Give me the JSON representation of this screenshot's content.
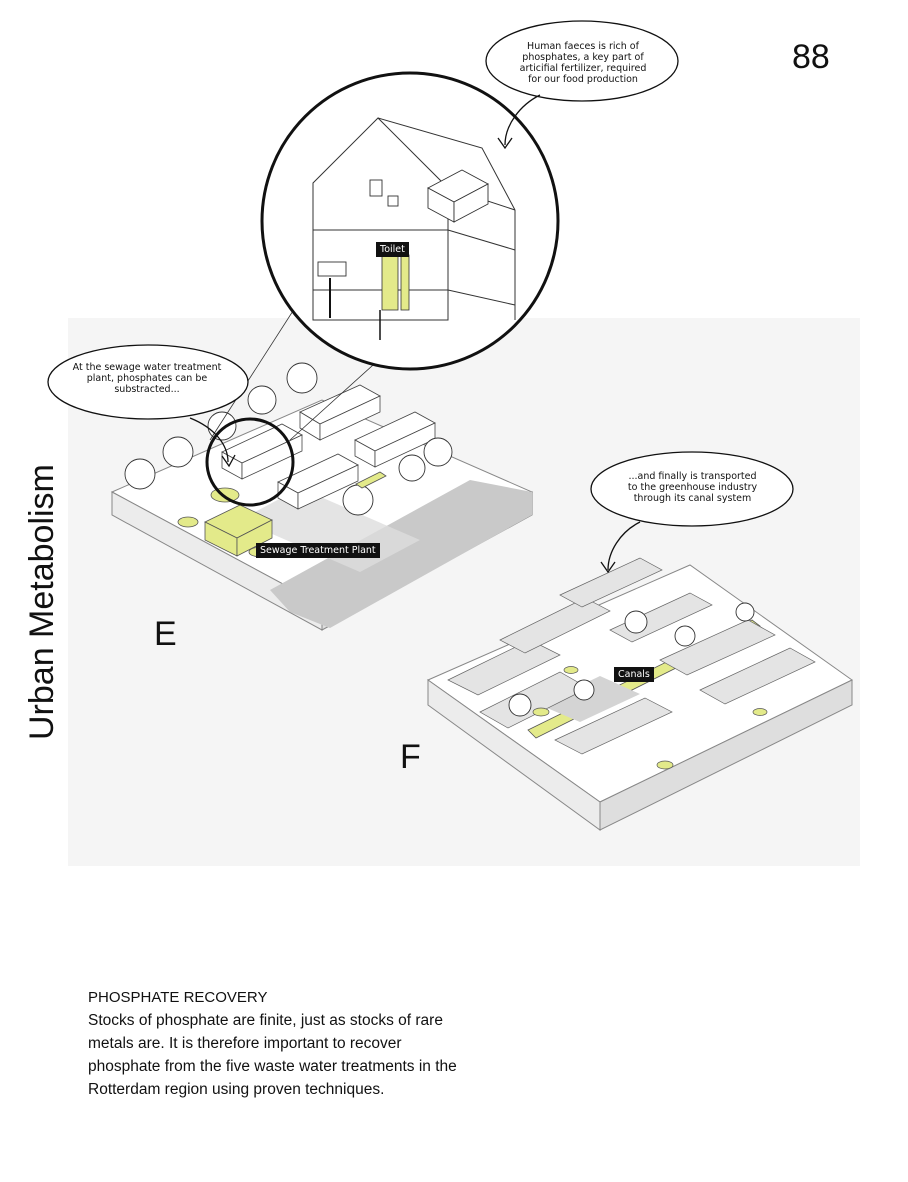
{
  "page_number": "88",
  "side_title": "Urban Metabolism",
  "callouts": {
    "faeces": [
      "Human faeces is rich of",
      "phosphates, a key part of",
      "articifial fertilizer, required",
      "for our food production"
    ],
    "sewage": [
      "At the sewage water treatment",
      "plant, phosphates can be",
      "substracted..."
    ],
    "greenhouse": [
      "...and finally is transported",
      "to the greenhouse industry",
      "through its canal system"
    ]
  },
  "labels": {
    "toilet": "Toilet",
    "sewage_plant": "Sewage Treatment Plant",
    "canals": "Canals"
  },
  "panel_letters": {
    "e": "E",
    "f": "F"
  },
  "text": {
    "heading": "PHOSPHATE RECOVERY",
    "body": "Stocks of phosphate are finite, just as stocks of rare metals are. It is therefore important to recover phosphate from the five waste water treatments in the Rotterdam region using proven techniques."
  },
  "colors": {
    "accent_yellow": "#e3ea8a",
    "road_gray": "#c9c9c9",
    "panel_bg": "#f5f5f5"
  }
}
